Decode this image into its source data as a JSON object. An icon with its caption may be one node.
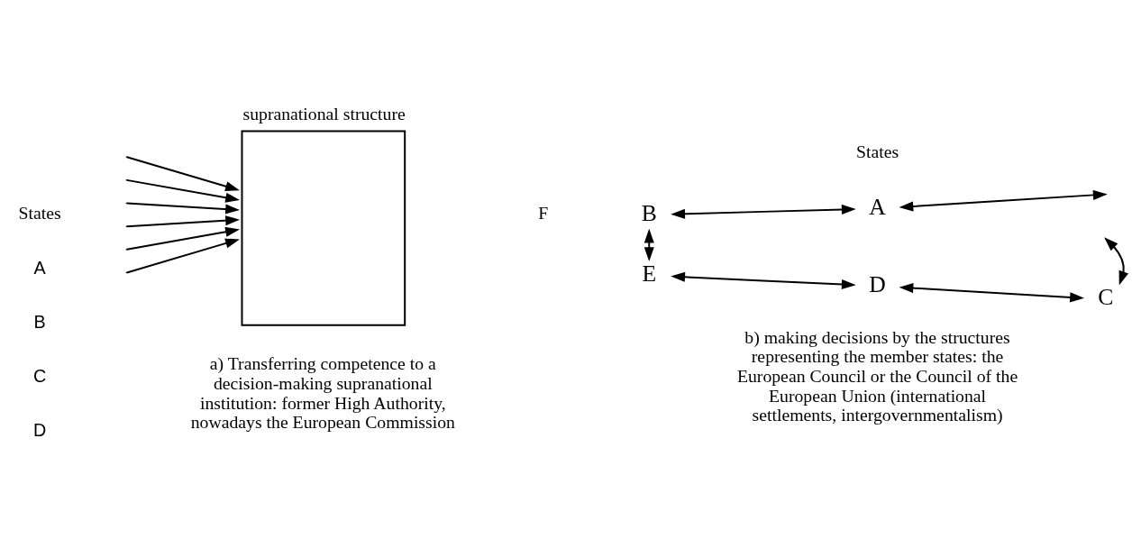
{
  "diagram": {
    "nodes": [
      {
        "text": [
          "supranational structure"
        ]
      },
      {
        "text": [
          "A"
        ]
      },
      {
        "text": [
          "B"
        ]
      },
      {
        "text": [
          "E"
        ]
      },
      {
        "text": [
          "C"
        ]
      },
      {
        "text": [
          "D"
        ]
      }
    ],
    "edges": [
      {
        "from": null,
        "to": 0,
        "arrow": "to"
      },
      {
        "from": null,
        "to": 0,
        "arrow": "to"
      },
      {
        "from": null,
        "to": 0,
        "arrow": "to"
      },
      {
        "from": null,
        "to": 0,
        "arrow": "to"
      },
      {
        "from": null,
        "to": 0,
        "arrow": "to"
      },
      {
        "from": null,
        "to": 0,
        "arrow": "to"
      },
      {
        "from": 2,
        "to": 1,
        "arrow": "both"
      },
      {
        "from": 1,
        "to": null,
        "arrow": "both"
      },
      {
        "from": 2,
        "to": 3,
        "arrow": "both"
      },
      {
        "from": null,
        "to": 4,
        "arrow": "both"
      },
      {
        "from": 3,
        "to": 5,
        "arrow": "both"
      },
      {
        "from": 5,
        "to": 4,
        "arrow": "both"
      }
    ],
    "labels": [
      "States",
      "States",
      "A",
      "B",
      "C",
      "D",
      "F",
      "a) Transferring competence to a decision-making supranational institution: former High Authority, nowadays the European Commission",
      "b) making decisions by the structures representing the member states: the European Council or the Council of the European Union (international settlements, intergovernmentalism)"
    ]
  }
}
